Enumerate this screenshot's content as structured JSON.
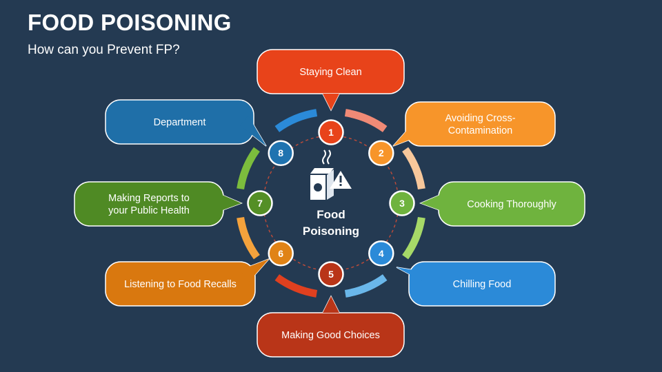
{
  "header": {
    "title": "FOOD POISONING",
    "subtitle": "How can you Prevent FP?"
  },
  "center": {
    "line1": "Food",
    "line2": "Poisoning",
    "icon": "food-carton-warning-icon"
  },
  "steps": [
    {
      "number": "1",
      "lines": [
        "Staying Clean"
      ],
      "color": "#e8431a",
      "badge_color": "#e8431a"
    },
    {
      "number": "2",
      "lines": [
        "Avoiding Cross-",
        "Contamination"
      ],
      "color": "#f7952a",
      "badge_color": "#f7952a"
    },
    {
      "number": "3",
      "lines": [
        "Cooking Thoroughly"
      ],
      "color": "#6fb33e",
      "badge_color": "#6fb33e"
    },
    {
      "number": "4",
      "lines": [
        "Chilling Food"
      ],
      "color": "#2b8ad8",
      "badge_color": "#2b8ad8"
    },
    {
      "number": "5",
      "lines": [
        "Making Good Choices"
      ],
      "color": "#b93518",
      "badge_color": "#b93518"
    },
    {
      "number": "6",
      "lines": [
        "Listening to Food Recalls"
      ],
      "color": "#d9780f",
      "badge_color": "#e08316"
    },
    {
      "number": "7",
      "lines": [
        "Making Reports to",
        "your Public Health"
      ],
      "color": "#4f8a24",
      "badge_color": "#548f26"
    },
    {
      "number": "8",
      "lines": [
        "Department"
      ],
      "color": "#1f6fa8",
      "badge_color": "#1f73b0"
    }
  ],
  "ring_colors": [
    "#f08a76",
    "#f7c79b",
    "#a6d968",
    "#6ab7ea",
    "#e0401f",
    "#f4a23c",
    "#7cbd3d",
    "#2b8ad8"
  ]
}
